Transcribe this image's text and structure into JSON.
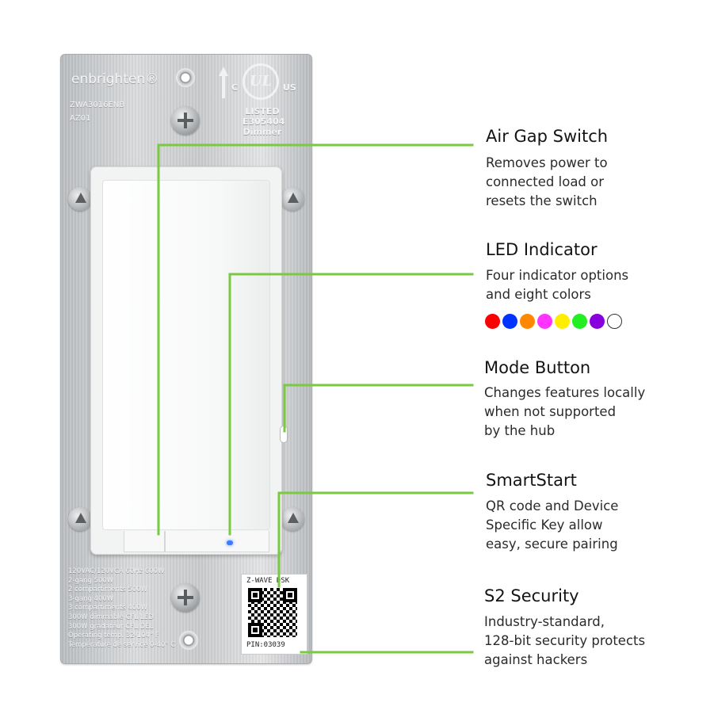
{
  "device": {
    "brand": "enbrighten®",
    "model_line1": "ZWA3016ENB",
    "model_line2": "AZ01",
    "cert_c": "C",
    "cert_ul": "UL",
    "cert_us": "US",
    "cert_listed": "LISTED",
    "cert_number": "E305404",
    "cert_type": "Dimmer",
    "specs": [
      "120VAC/120VCA 60Hz 600W",
      "2-gang 500W",
      "2 compartiments 500W",
      "3-gang 400W",
      "3 compartiments 400W",
      "300W dimmable CFL/LED",
      "300W gradateur CFL/DEL",
      "Operating temp. 32-104° F",
      "Température de service 0-40° C"
    ],
    "dsk_label": "Z-WAVE DSK",
    "pin_label": "PIN:03039"
  },
  "features": [
    {
      "title": "Air Gap Switch",
      "desc": [
        "Removes power to",
        "connected load or",
        "resets the switch"
      ]
    },
    {
      "title": "LED Indicator",
      "desc": [
        "Four indicator options",
        "and eight colors"
      ]
    },
    {
      "title": "Mode Button",
      "desc": [
        "Changes features locally",
        "when not supported",
        "by the hub"
      ]
    },
    {
      "title": "SmartStart",
      "desc": [
        "QR code and Device",
        "Specific Key allow",
        "easy, secure pairing"
      ]
    },
    {
      "title": "S2 Security",
      "desc": [
        "Industry-standard,",
        "128-bit security protects",
        "against hackers"
      ]
    }
  ],
  "led_colors": [
    "#ff0000",
    "#0033ff",
    "#ff8800",
    "#ff33ff",
    "#ffee00",
    "#22ee22",
    "#8800dd",
    "#ffffff"
  ],
  "accent_color": "#7ac943"
}
